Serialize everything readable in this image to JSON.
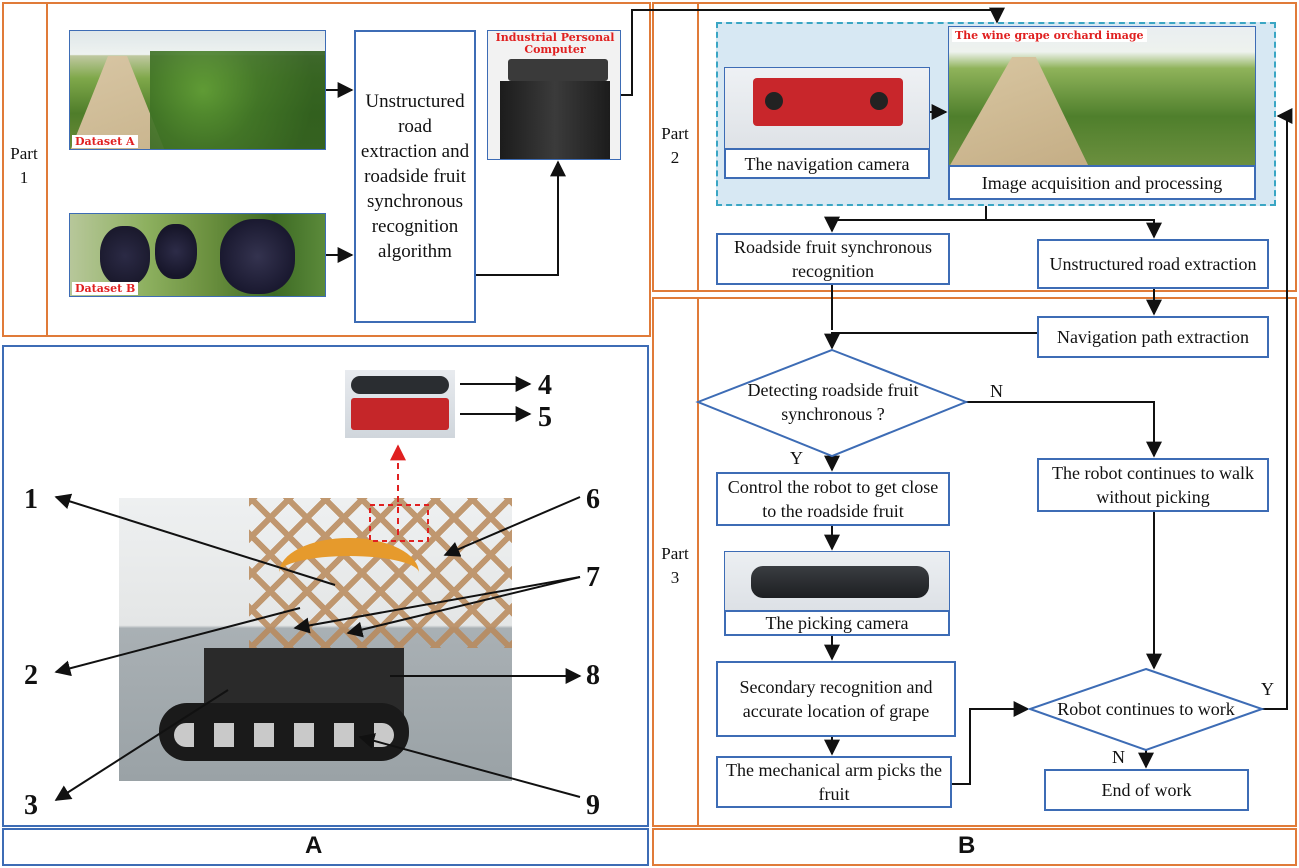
{
  "part1": {
    "label": "Part\n1",
    "dataset_a": "Dataset A",
    "dataset_b": "Dataset B",
    "algorithm": "Unstructured road extraction and roadside fruit synchronous recognition algorithm",
    "ipc": "Industrial Personal Computer"
  },
  "part2": {
    "label": "Part\n2",
    "orchard_image_label": "The wine grape orchard image",
    "nav_camera": "The navigation camera",
    "image_acq": "Image acquisition and processing",
    "fruit_recog": "Roadside fruit synchronous recognition",
    "road_extract": "Unstructured road extraction"
  },
  "part3": {
    "label": "Part\n3",
    "nav_path": "Navigation path extraction",
    "decision": "Detecting roadside fruit synchronous ?",
    "decision_n": "N",
    "decision_y": "Y",
    "control": "Control the robot to get close to the roadside fruit",
    "continue_walk": "The robot continues to walk without picking",
    "picking_camera": "The picking camera",
    "secondary": "Secondary recognition and accurate location of grape",
    "arm": "The mechanical arm picks the fruit",
    "continues_work": "Robot continues to work",
    "work_y": "Y",
    "work_n": "N",
    "end": "End of work"
  },
  "robot_numbers": [
    "1",
    "2",
    "3",
    "4",
    "5",
    "6",
    "7",
    "8",
    "9"
  ],
  "panel_a": "A",
  "panel_b": "B"
}
